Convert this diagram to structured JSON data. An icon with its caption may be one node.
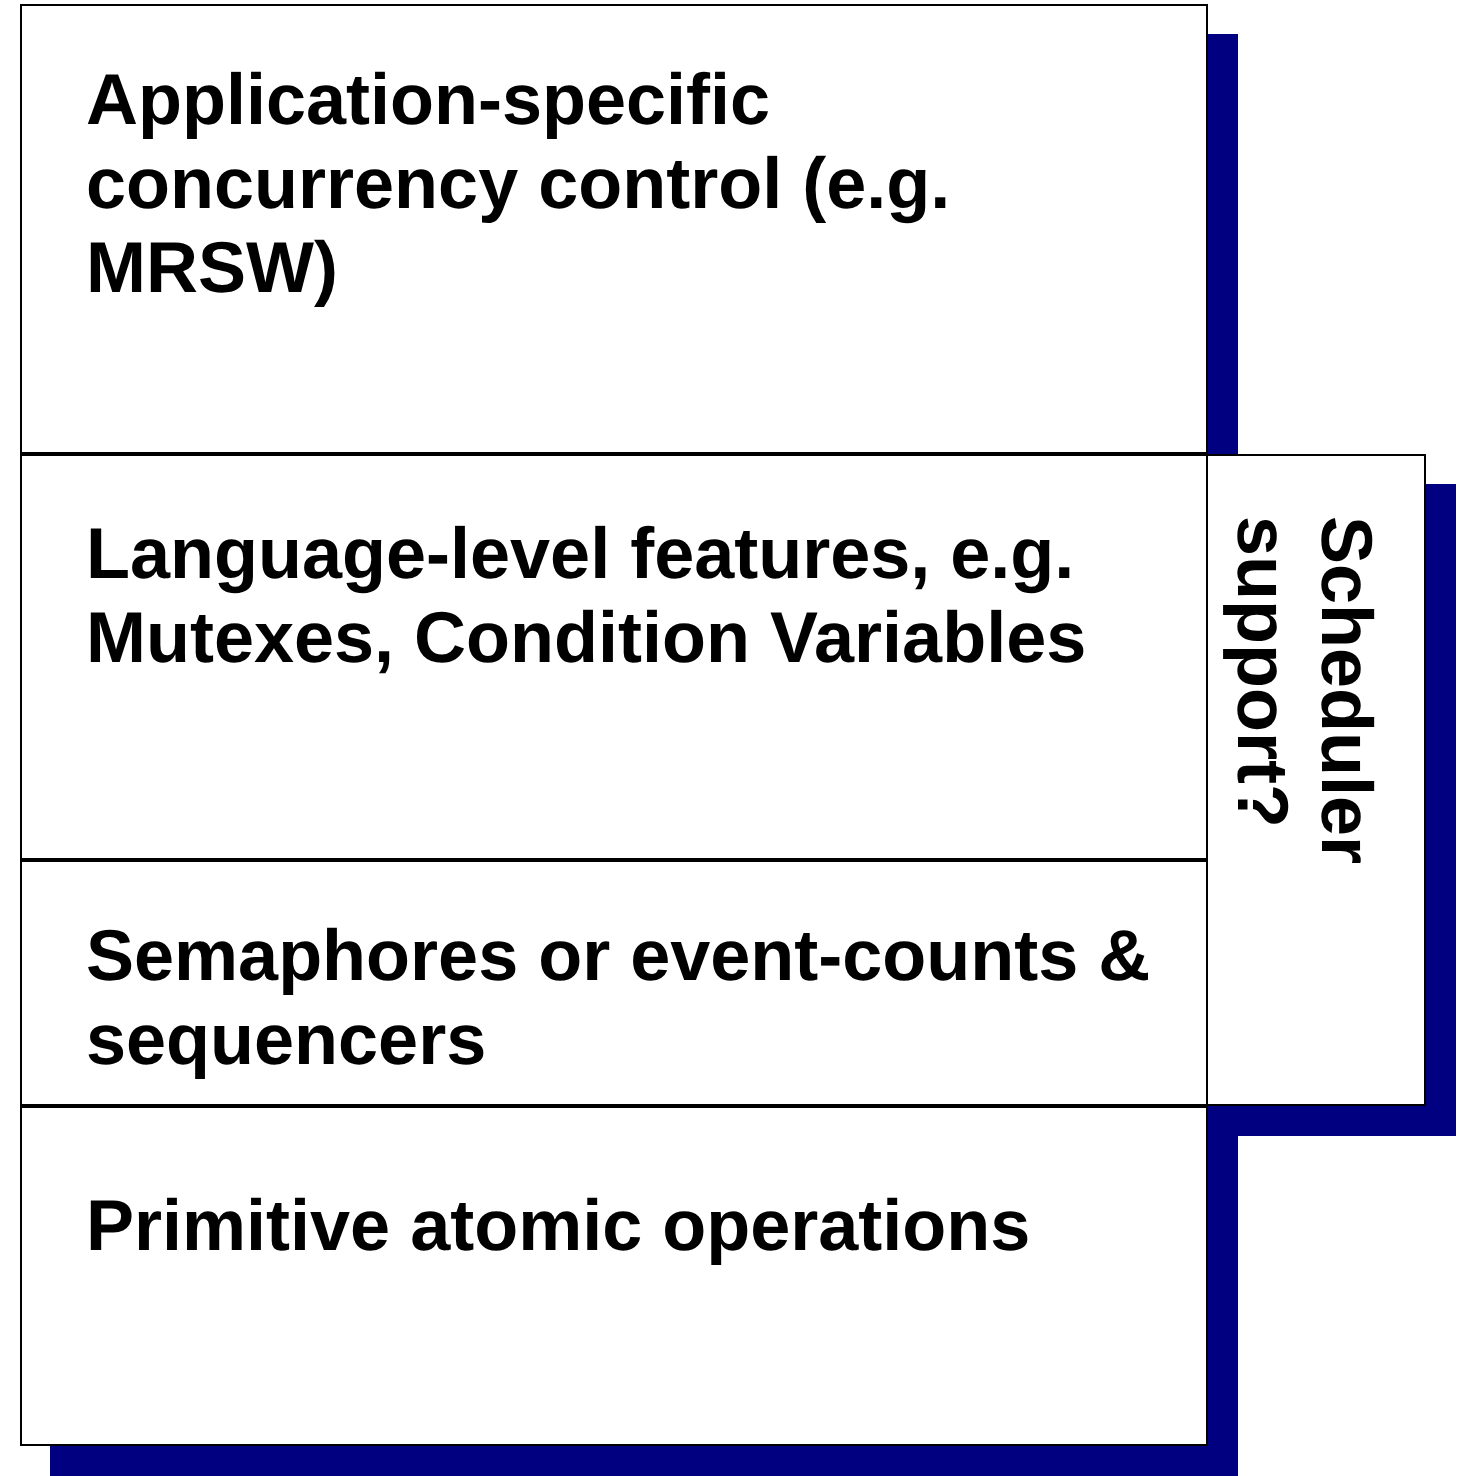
{
  "diagram": {
    "nodes": [
      {
        "text": [
          "Application-specific concurrency control (e.g. MRSW)"
        ]
      },
      {
        "text": [
          "Language-level features, e.g. Mutexes, Condition Variables"
        ]
      },
      {
        "text": [
          "Semaphores or event-counts & sequencers"
        ]
      },
      {
        "text": [
          "Primitive atomic operations"
        ]
      },
      {
        "text": [
          "Scheduler support?"
        ]
      }
    ]
  }
}
